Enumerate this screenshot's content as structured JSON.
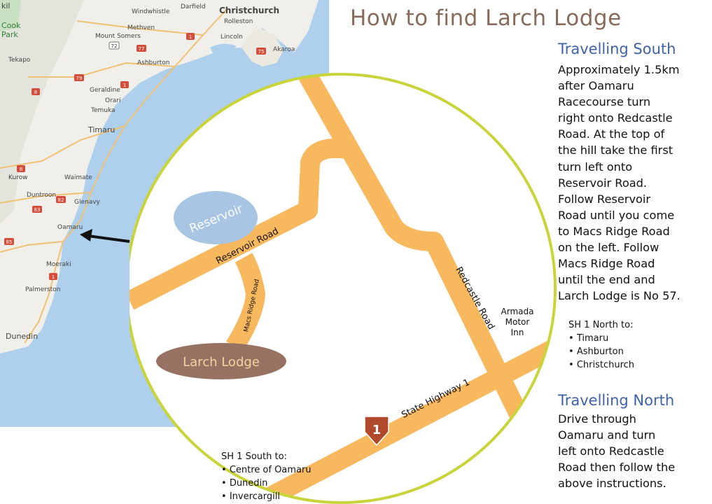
{
  "title": "How to find Larch Lodge",
  "travelling_south": {
    "heading": "Travelling South",
    "lines": [
      "Approximately 1.5km",
      "after Oamaru",
      "Racecourse turn",
      "right onto Redcastle",
      "Road.  At the top of",
      "the hill take the first",
      "turn left onto",
      "Reservoir Road.",
      "Follow Reservoir",
      "Road until you come",
      "to Macs Ridge Road",
      "on the left.  Follow",
      "Macs Ridge Road",
      "until the end and",
      "Larch Lodge is No 57."
    ]
  },
  "travelling_north": {
    "heading": "Travelling North",
    "lines": [
      "Drive through",
      "Oamaru and turn",
      "left onto Redcastle",
      "Road then follow the",
      "above instructions."
    ]
  },
  "sh1_north": {
    "heading": "SH 1 North to:",
    "items": [
      "Timaru",
      "Ashburton",
      "Christchurch"
    ]
  },
  "sh1_south": {
    "heading": "SH 1 South to:",
    "items": [
      "Centre of Oamaru",
      "Dunedin",
      "Invercargill"
    ]
  },
  "local_map": {
    "reservoir": "Reservoir",
    "larch_lodge": "Larch Lodge",
    "reservoir_road": "Reservoir Road",
    "macs_ridge_road": "Macs Ridge Road",
    "redcastle_road": "Redcastle Road",
    "state_highway": "State Highway 1",
    "highway_shield": "1",
    "armada_lines": [
      "Armada",
      "Motor",
      "Inn"
    ]
  },
  "regional_map": {
    "towns": [
      "Windwhistle",
      "Darfield",
      "Christchurch",
      "Methven",
      "Rolleston",
      "Mount Somers",
      "Lincoln",
      "Akaroa",
      "Ashburton",
      "Tekapo",
      "Geraldine",
      "Orari",
      "Temuka",
      "Timaru",
      "Kurow",
      "Waimate",
      "Duntroon",
      "Glenavy",
      "Oamaru",
      "Moeraki",
      "Palmerston",
      "Dunedin"
    ],
    "park_lines": [
      "Cook",
      "Park"
    ],
    "corner_label": "kil",
    "route_shields": [
      "77",
      "1",
      "72",
      "75",
      "8",
      "79",
      "1",
      "8",
      "82",
      "83",
      "85",
      "1"
    ]
  },
  "colors": {
    "road": "#f7b85e",
    "ring": "#c9d43a",
    "sea": "#aed0ec",
    "reservoir": "#a8c6e4",
    "lodge": "#977262",
    "heading": "#3f63a8",
    "title": "#8a6a5a",
    "shield": "#b14a2c"
  }
}
